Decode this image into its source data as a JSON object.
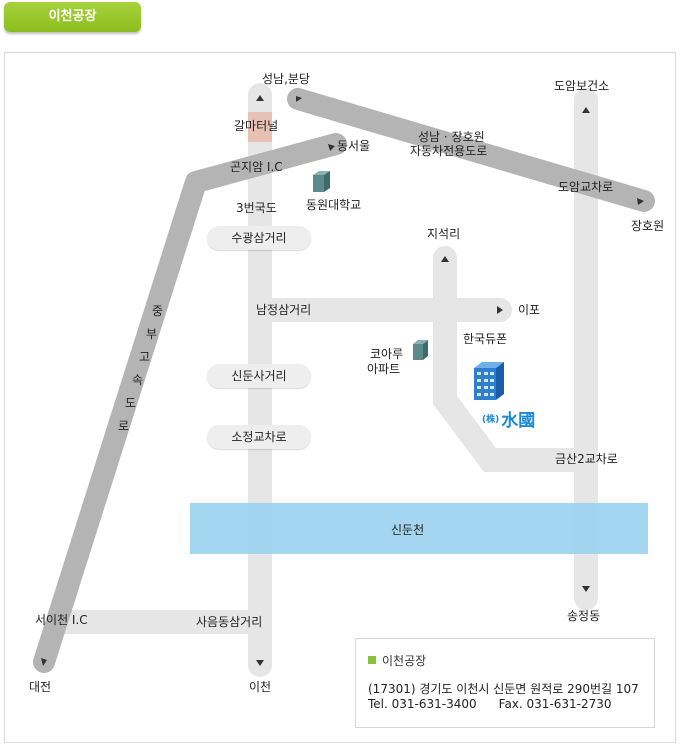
{
  "tab": {
    "label": "이천공장"
  },
  "labels": {
    "seongnam_bundang": "성남,분당",
    "galmateoneol": "갈마터널",
    "dongseoul": "동서울",
    "gonjiam_ic": "곤지암 I.C",
    "dongwon_univ": "동원대학교",
    "route3": "3번국도",
    "sugwang": "수광삼거리",
    "jiseokri": "지석리",
    "namjeong": "남정삼거리",
    "ipo": "이포",
    "hankook_dupont": "한국듀폰",
    "coaru_1": "코아루",
    "coaru_2": "아파트",
    "sindunsa": "신둔사거리",
    "sojeong": "소정교차로",
    "geumsan": "금산2교차로",
    "sindun_stream": "신둔천",
    "seoicheon_ic": "서이천 I.C",
    "saeumdong": "사음동삼거리",
    "daejeon": "대전",
    "icheon": "이천",
    "songjeong": "송정동",
    "doam_health": "도암보건소",
    "expressway_1": "성남 · 장호원",
    "expressway_2": "자동차전용도로",
    "doam_junction": "도암교차로",
    "janghowon": "장호원",
    "jungbu_expressway": [
      "중",
      "부",
      "고",
      "속",
      "도",
      "로"
    ]
  },
  "logo": {
    "small": "(株)",
    "big": "水國"
  },
  "info": {
    "name": "이천공장",
    "address": "(17301) 경기도 이천시 신둔면 원적로 290번길 107",
    "tel": "Tel. 031-631-3400",
    "fax": "Fax. 031-631-2730"
  },
  "colors": {
    "tab": "#8cbd1f",
    "road_main": "#b4b4b4",
    "road_local": "#e6e6e6",
    "river": "#9ad0f0",
    "tunnel": "#e7c2b4",
    "marker": "#86c23c",
    "logo": "#1b8ad6"
  }
}
